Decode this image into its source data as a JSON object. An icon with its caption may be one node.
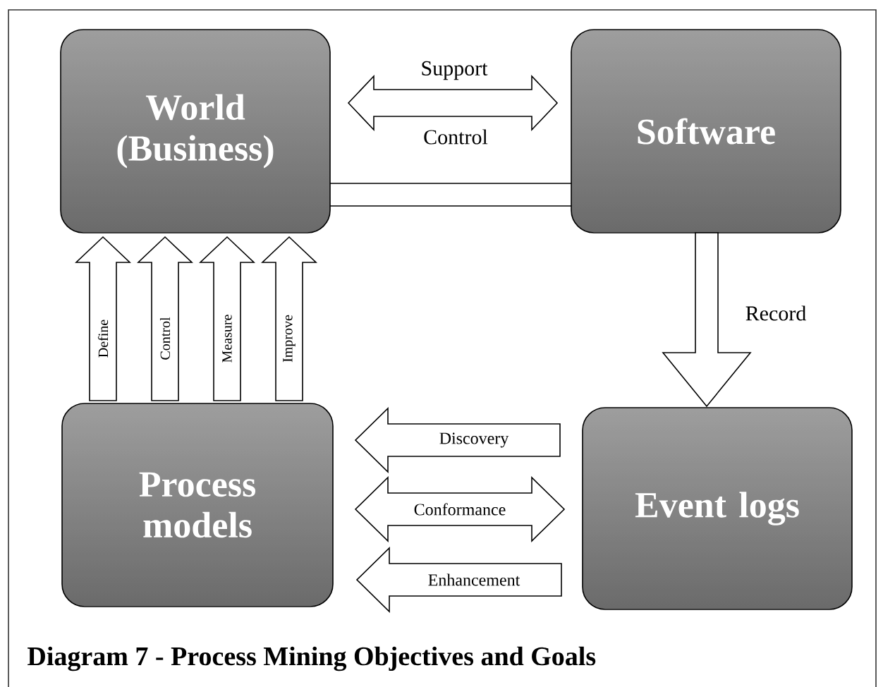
{
  "diagram": {
    "caption": "Diagram 7 - Process Mining Objectives and Goals",
    "nodes": [
      {
        "text": [
          "World (Business)"
        ]
      },
      {
        "text": [
          "Software"
        ]
      },
      {
        "text": [
          "Process models"
        ]
      },
      {
        "text": [
          "Event logs"
        ]
      }
    ],
    "edges": [
      {
        "from": 0,
        "to": 1,
        "arrow": "both",
        "label": "Support"
      },
      {
        "from": 0,
        "to": 1,
        "arrow": "none"
      },
      {
        "from": 1,
        "to": 3,
        "arrow": "to",
        "label": "Record"
      },
      {
        "from": 2,
        "to": 0,
        "arrow": "to",
        "label": "Define"
      },
      {
        "from": 2,
        "to": 0,
        "arrow": "to",
        "label": "Control"
      },
      {
        "from": 2,
        "to": 0,
        "arrow": "to",
        "label": "Measure"
      },
      {
        "from": 2,
        "to": 0,
        "arrow": "to",
        "label": "Improve"
      },
      {
        "from": 3,
        "to": 2,
        "arrow": "to",
        "label": "Discovery"
      },
      {
        "from": 2,
        "to": 3,
        "arrow": "both",
        "label": "Conformance"
      },
      {
        "from": 3,
        "to": 2,
        "arrow": "to",
        "label": "Enhancement"
      }
    ],
    "labels": [
      "Control"
    ]
  }
}
